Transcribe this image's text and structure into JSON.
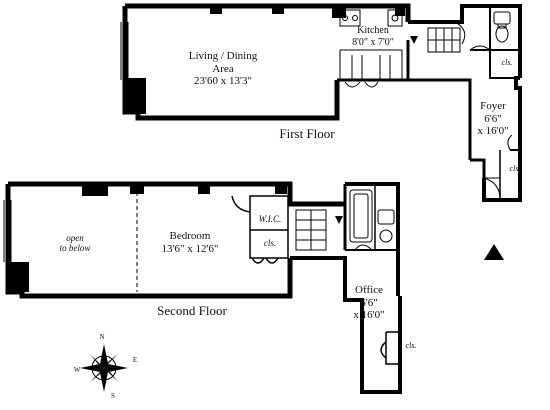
{
  "floors": {
    "first": {
      "label": "First Floor",
      "living": {
        "name": "Living / Dining",
        "name2": "Area",
        "dims": "23'60 x 13'3\""
      },
      "kitchen": {
        "name": "Kitchen",
        "dims": "8'0\" x 7'0\""
      },
      "foyer": {
        "name": "Foyer",
        "dim1": "6'6\"",
        "dim2": "x 16'0\""
      },
      "closet_upper": "cls.",
      "closet_lower": "cls."
    },
    "second": {
      "label": "Second Floor",
      "open": {
        "line1": "open",
        "line2": "to below"
      },
      "bedroom": {
        "name": "Bedroom",
        "dims": "13'6\" x 12'6\""
      },
      "wic": "W.I.C.",
      "closet": "cls.",
      "office": {
        "name": "Office",
        "dim1": "6'6\"",
        "dim2": "x 16'0\""
      },
      "closet_office": "cls."
    }
  },
  "compass": {
    "n": "N",
    "e": "E",
    "s": "S",
    "w": "W"
  }
}
